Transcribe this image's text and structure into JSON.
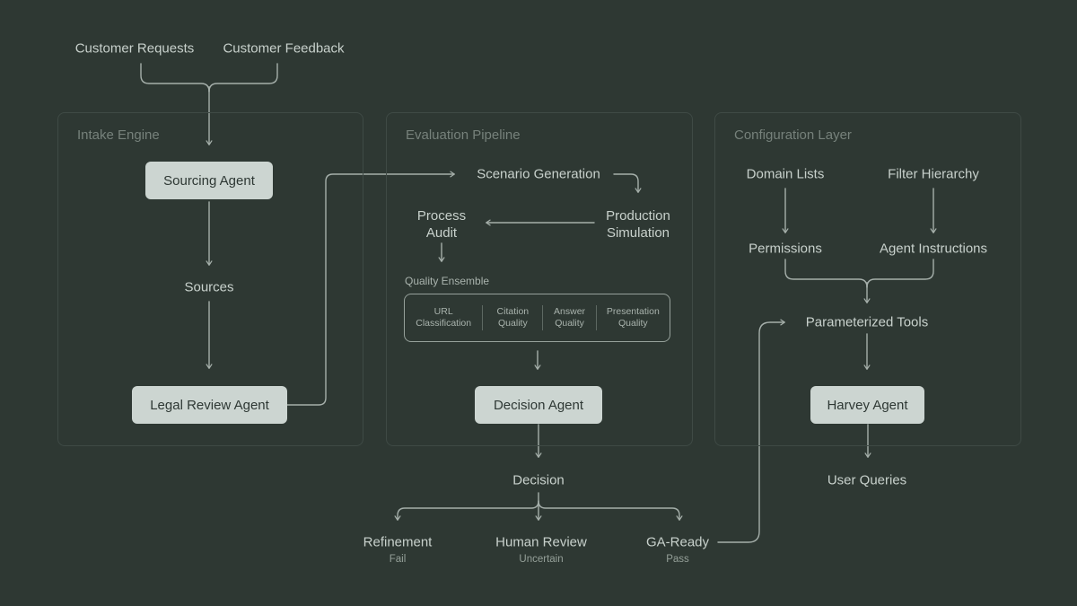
{
  "colors": {
    "background": "#2e3833",
    "panel_border": "#3f4a45",
    "panel_title_text": "#76817b",
    "node_box_bg": "#ccd5d1",
    "node_box_text": "#2e3834",
    "label_text": "#c8d1cc",
    "muted_small_text": "#95a099",
    "connector_line": "#a5afaa"
  },
  "inputs": {
    "customer_requests": "Customer Requests",
    "customer_feedback": "Customer Feedback"
  },
  "intake_engine": {
    "title": "Intake Engine",
    "sourcing_agent": "Sourcing Agent",
    "sources": "Sources",
    "legal_review_agent": "Legal Review Agent"
  },
  "evaluation_pipeline": {
    "title": "Evaluation Pipeline",
    "scenario_generation": "Scenario Generation",
    "production_simulation": "Production Simulation",
    "process_audit": "Process Audit",
    "quality_ensemble": {
      "label": "Quality Ensemble",
      "items": [
        "URL Classification",
        "Citation Quality",
        "Answer Quality",
        "Presentation Quality"
      ]
    },
    "decision_agent": "Decision Agent"
  },
  "decision_flow": {
    "decision": "Decision",
    "outcomes": [
      {
        "label": "Refinement",
        "verdict": "Fail"
      },
      {
        "label": "Human Review",
        "verdict": "Uncertain"
      },
      {
        "label": "GA-Ready",
        "verdict": "Pass"
      }
    ]
  },
  "configuration_layer": {
    "title": "Configuration Layer",
    "domain_lists": "Domain Lists",
    "filter_hierarchy": "Filter Hierarchy",
    "permissions": "Permissions",
    "agent_instructions": "Agent Instructions",
    "parameterized_tools": "Parameterized Tools",
    "harvey_agent": "Harvey Agent",
    "user_queries": "User Queries"
  }
}
